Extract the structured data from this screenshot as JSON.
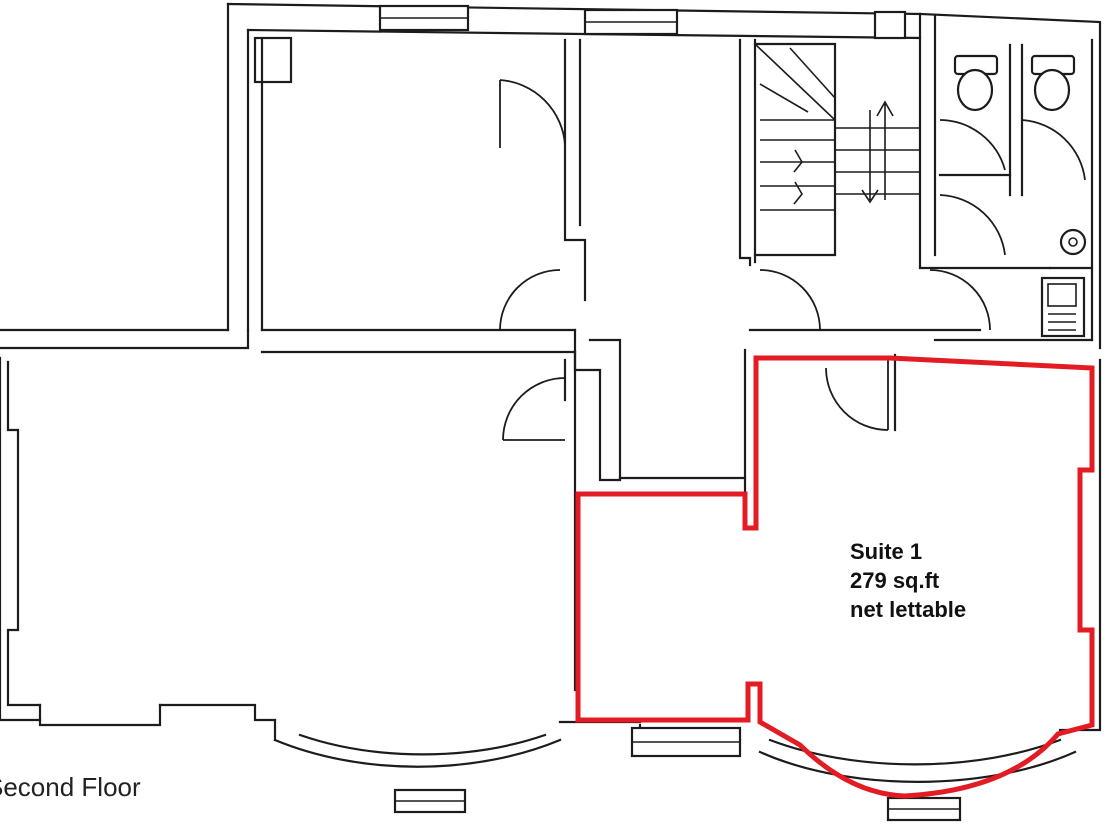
{
  "plan": {
    "floor_label": "Second Floor",
    "suite": {
      "name": "Suite 1",
      "area": "279 sq.ft",
      "note": "net lettable",
      "outline_color": "#e31b23"
    },
    "wall_color": "#1c1c1c",
    "background": "#ffffff"
  }
}
